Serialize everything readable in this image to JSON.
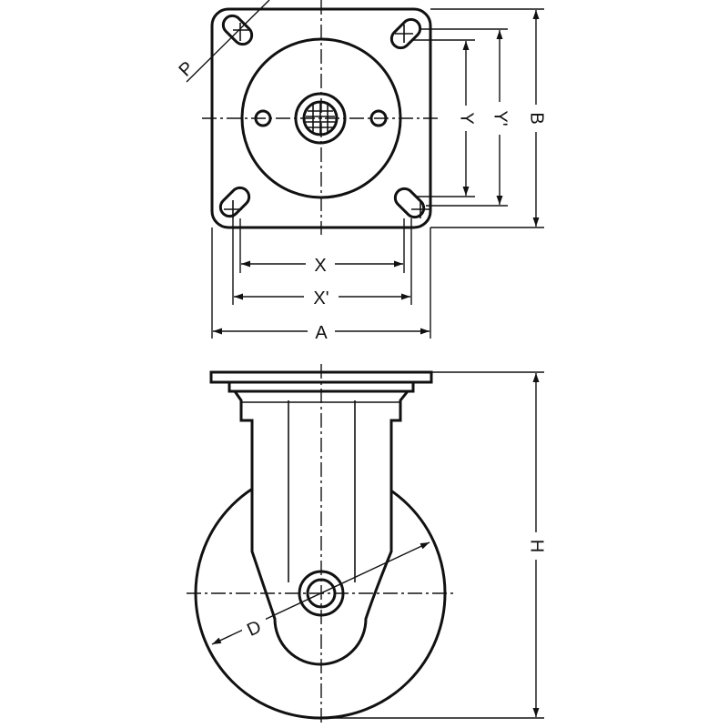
{
  "labels": {
    "p": "P",
    "x": "X",
    "x_prime": "X'",
    "a": "A",
    "y": "Y",
    "y_prime": "Y'",
    "b": "B",
    "h": "H",
    "d": "D"
  }
}
